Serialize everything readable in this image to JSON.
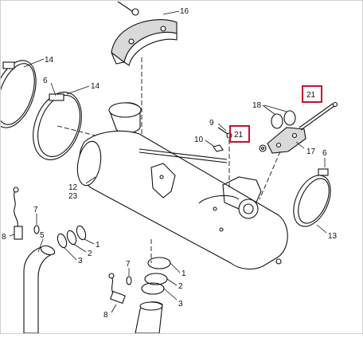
{
  "callouts": {
    "c16": "16",
    "c14a": "14",
    "c14b": "14",
    "c6a": "6",
    "c6b": "6",
    "c9": "9",
    "c10": "10",
    "c18": "18",
    "c21a": "21",
    "c21b": "21",
    "c17": "17",
    "c12": "12",
    "c23": "23",
    "c7a": "7",
    "c7b": "7",
    "c8a": "8",
    "c8b": "8",
    "c5": "5",
    "c1a": "1",
    "c1b": "1",
    "c2a": "2",
    "c2b": "2",
    "c3a": "3",
    "c3b": "3",
    "c13": "13"
  },
  "colors": {
    "highlight": "#c8102e",
    "ink": "#111111",
    "shade": "#d9d9d9"
  }
}
